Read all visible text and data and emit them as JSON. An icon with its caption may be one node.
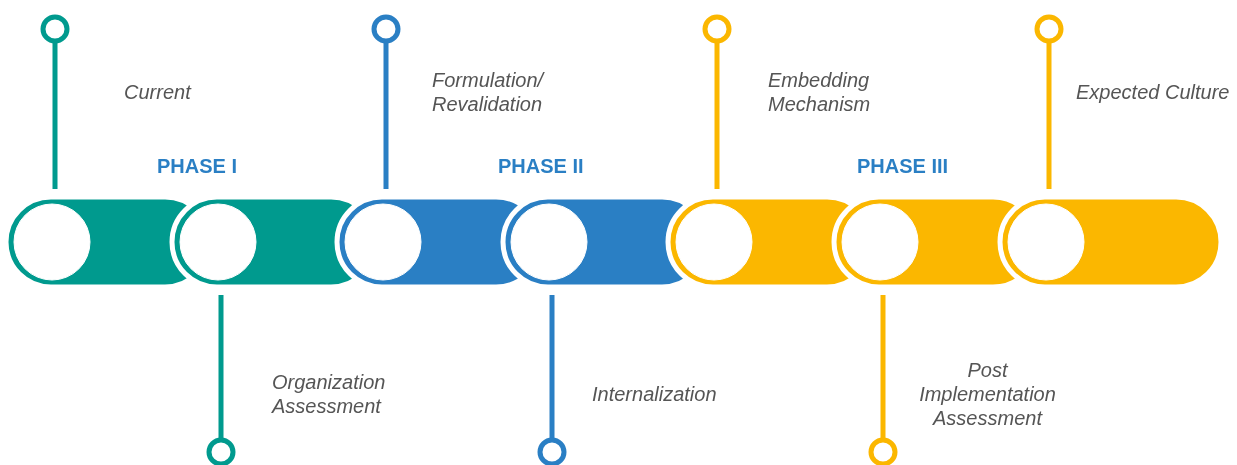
{
  "diagram": {
    "nodes": [
      {
        "text": [],
        "shape": "bar"
      },
      {
        "text": [],
        "shape": "bar"
      },
      {
        "text": [],
        "shape": "bar"
      },
      {
        "text": [],
        "shape": "bar"
      },
      {
        "text": [],
        "shape": "bar"
      },
      {
        "text": [],
        "shape": "bar"
      },
      {
        "text": [],
        "shape": "bar"
      }
    ],
    "edges": [],
    "labels": [
      "Current",
      "Formulation/ Revalidation",
      "Embedding Mechanism",
      "Expected Culture",
      "PHASE I",
      "PHASE II",
      "PHASE III",
      "Organization Assessment",
      "Internalization",
      "Post Implementation Assessment"
    ]
  }
}
